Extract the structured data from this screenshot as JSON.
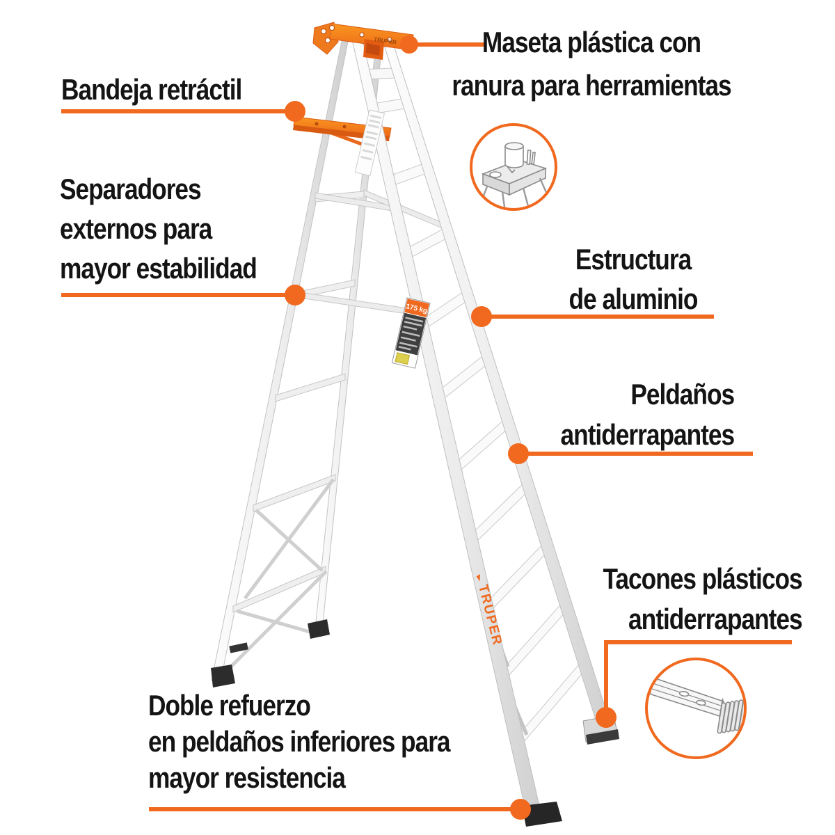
{
  "colors": {
    "accent": "#f0691f",
    "cap_orange": "#f5821e",
    "cap_shade": "#d95b12",
    "text": "#141414",
    "background": "#ffffff",
    "aluminum_light": "#f6f6f6",
    "aluminum_dark": "#c9c9c9",
    "foot_black": "#2c2c2c"
  },
  "product": {
    "brand": "TRUPER",
    "cap_brand": "TRUPER",
    "sticker_capacity": "175 kg"
  },
  "callouts": {
    "maseta": {
      "lines": [
        "Maseta plástica con",
        "ranura para herramientas"
      ]
    },
    "bandeja": {
      "lines": [
        "Bandeja retráctil"
      ]
    },
    "separadores": {
      "lines": [
        "Separadores",
        "externos para",
        "mayor estabilidad"
      ]
    },
    "estructura": {
      "lines": [
        "Estructura",
        "de aluminio"
      ]
    },
    "peldanos": {
      "lines": [
        "Peldaños",
        "antiderrapantes"
      ]
    },
    "tacones": {
      "lines": [
        "Tacones plásticos",
        "antiderrapantes"
      ]
    },
    "doble": {
      "lines": [
        "Doble refuerzo",
        "en peldaños inferiores para",
        "mayor resistencia"
      ]
    }
  },
  "insets": {
    "top": {
      "icon": "maseta-detail-icon",
      "description": "plastic top with paint can and tool slots"
    },
    "foot": {
      "icon": "tacon-detail-icon",
      "description": "ribbed plastic anti-slip shoe on rail end"
    }
  }
}
